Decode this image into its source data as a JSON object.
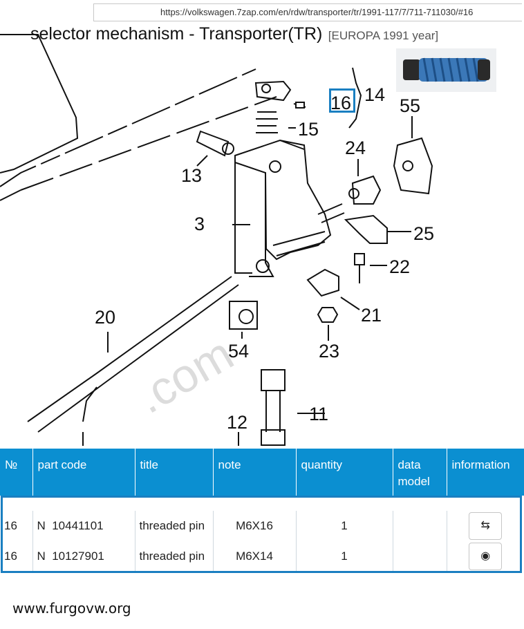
{
  "browser": {
    "url": "https://volkswagen.7zap.com/en/rdw/transporter/tr/1991-117/7/711-711030/#16"
  },
  "page": {
    "title": "selector mechanism - Transporter(TR)",
    "subtitle": "[EUROPA 1991 year]"
  },
  "diagram": {
    "callouts": [
      "3",
      "11",
      "12",
      "13",
      "14",
      "15",
      "16",
      "20",
      "21",
      "22",
      "23",
      "24",
      "25",
      "54",
      "55"
    ],
    "highlighted": "16",
    "watermark": ".com"
  },
  "table": {
    "headers": [
      "№",
      "part code",
      "title",
      "note",
      "quantity",
      "data model",
      "information"
    ],
    "rows": [
      {
        "no": "16",
        "code": "N  10441101",
        "title": "threaded pin",
        "note": "M6X16",
        "qty": "1",
        "model": "",
        "info_icon": "swap-arrows-icon"
      },
      {
        "no": "16",
        "code": "N  10127901",
        "title": "threaded pin",
        "note": "M6X14",
        "qty": "1",
        "model": "",
        "info_icon": "camera-icon"
      }
    ]
  },
  "footer": {
    "site": "www.furgovw.org"
  },
  "colors": {
    "header_bg": "#0b8fd1",
    "highlight": "#1a7fc1",
    "part_blue": "#3b78b8"
  }
}
